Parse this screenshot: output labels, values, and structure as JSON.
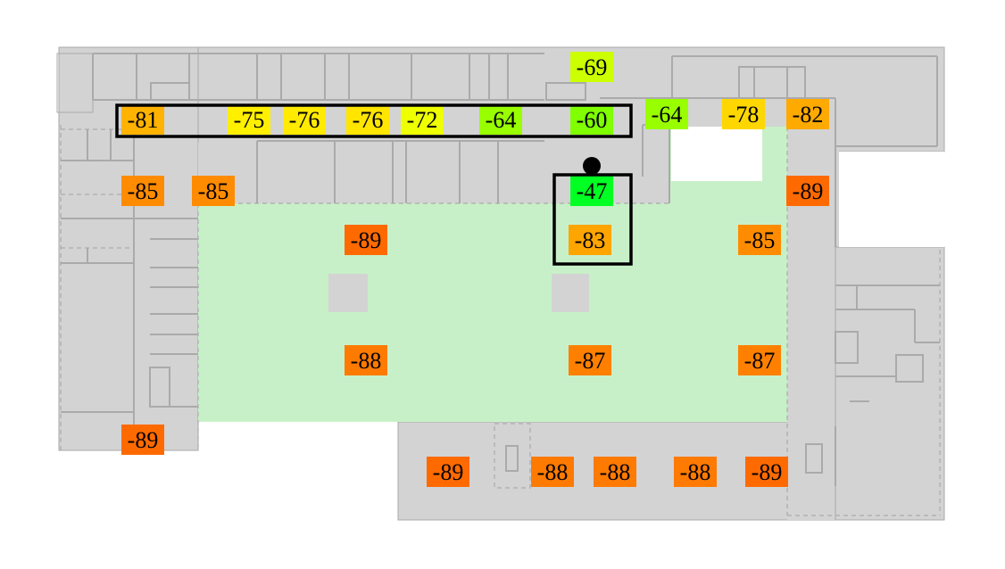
{
  "title": "",
  "readings": [
    {
      "value": "-69",
      "color": "#CCFF00"
    },
    {
      "value": "-81",
      "color": "#FFB300"
    },
    {
      "value": "-75",
      "color": "#FFF000"
    },
    {
      "value": "-76",
      "color": "#FFEA00"
    },
    {
      "value": "-76",
      "color": "#FFE500"
    },
    {
      "value": "-72",
      "color": "#EEFF00"
    },
    {
      "value": "-64",
      "color": "#99FF00"
    },
    {
      "value": "-60",
      "color": "#7FFF00"
    },
    {
      "value": "-64",
      "color": "#99FF00"
    },
    {
      "value": "-78",
      "color": "#FFD700"
    },
    {
      "value": "-82",
      "color": "#FFAA00"
    },
    {
      "value": "-85",
      "color": "#FF8C00"
    },
    {
      "value": "-85",
      "color": "#FF8C00"
    },
    {
      "value": "-47",
      "color": "#00FF22"
    },
    {
      "value": "-89",
      "color": "#FF6A00"
    },
    {
      "value": "-89",
      "color": "#FF6A00"
    },
    {
      "value": "-83",
      "color": "#FFA500"
    },
    {
      "value": "-85",
      "color": "#FF8C00"
    },
    {
      "value": "-88",
      "color": "#FF7A00"
    },
    {
      "value": "-87",
      "color": "#FF8000"
    },
    {
      "value": "-87",
      "color": "#FF8000"
    },
    {
      "value": "-89",
      "color": "#FF6A00"
    },
    {
      "value": "-89",
      "color": "#FF6A00"
    },
    {
      "value": "-88",
      "color": "#FF7A00"
    },
    {
      "value": "-88",
      "color": "#FF7A00"
    },
    {
      "value": "-88",
      "color": "#FF7A00"
    },
    {
      "value": "-89",
      "color": "#FF6A00"
    }
  ],
  "colors": {
    "floor": "#d3d3d3",
    "coverage": "#c8f0c8",
    "wall": "#aaaaaa"
  }
}
